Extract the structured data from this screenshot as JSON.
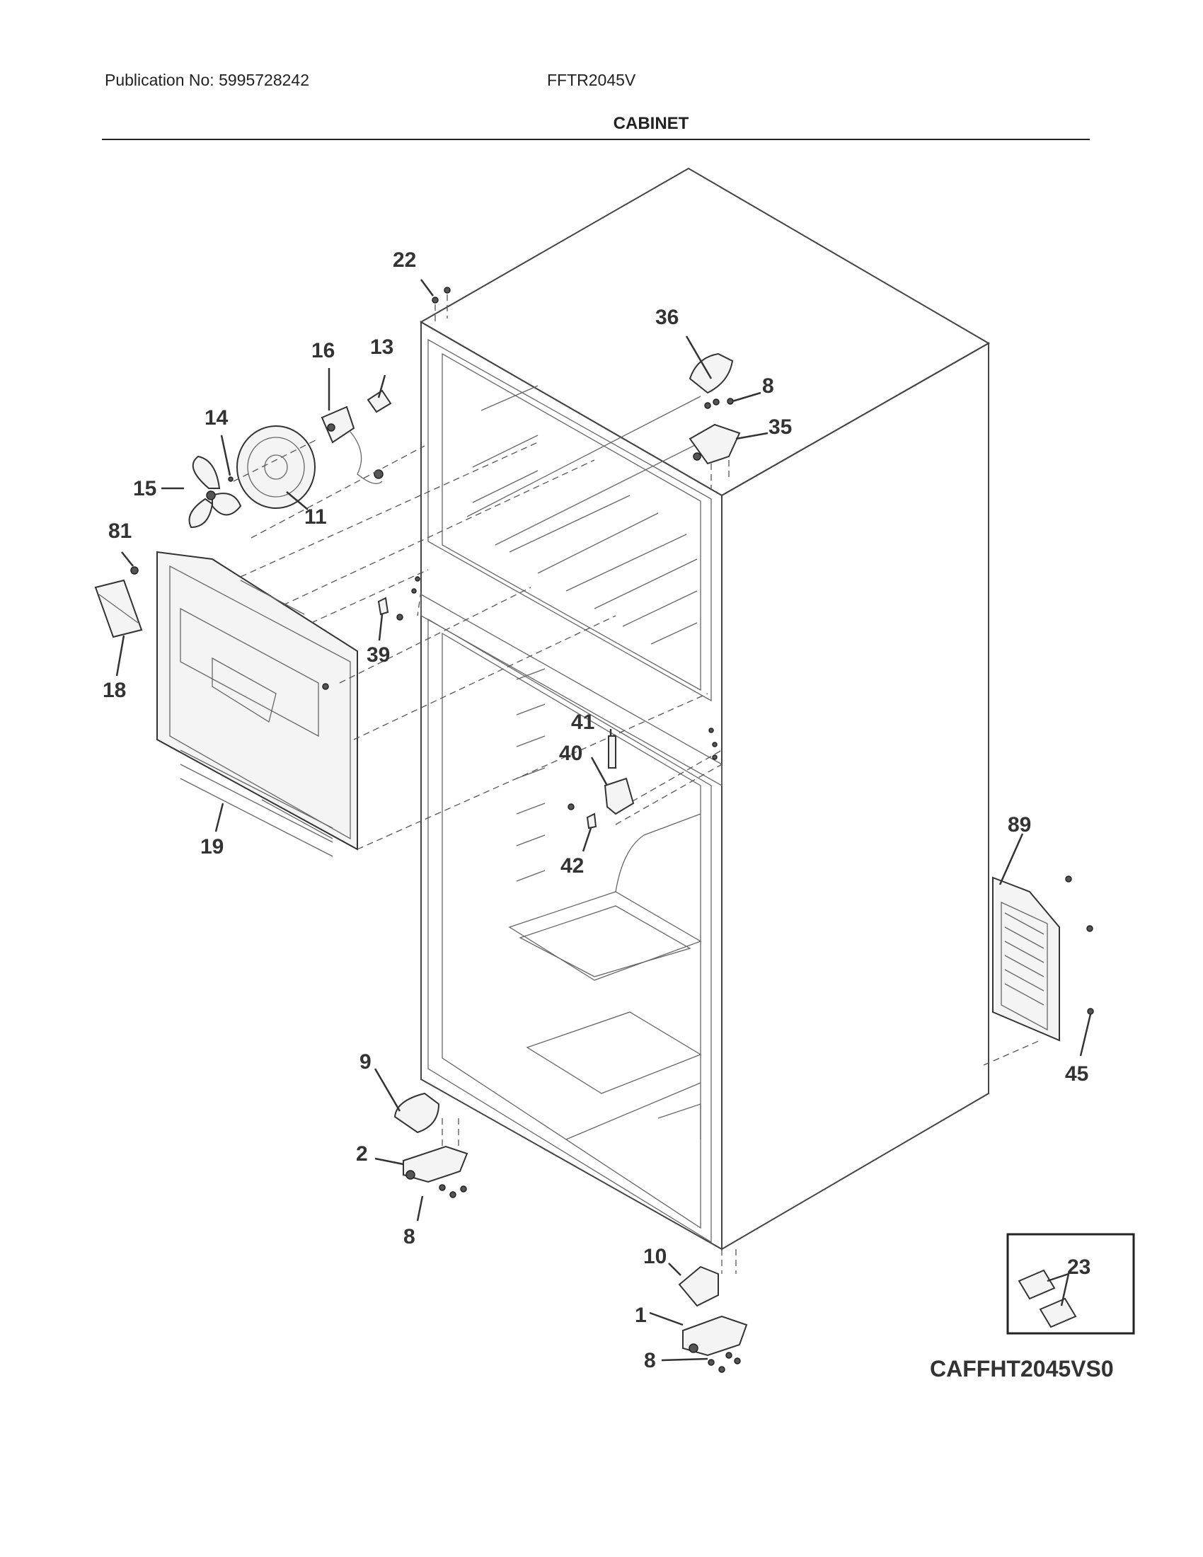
{
  "header": {
    "publication": "Publication No: 5995728242",
    "model": "FFTR2045V",
    "section_title": "CABINET"
  },
  "diagram": {
    "catalog_code": "CAFFHT2045VS0",
    "callouts": {
      "c22": "22",
      "c36": "36",
      "c16": "16",
      "c13": "13",
      "c8_top": "8",
      "c35": "35",
      "c14": "14",
      "c15": "15",
      "c11": "11",
      "c81": "81",
      "c39": "39",
      "c18": "18",
      "c41": "41",
      "c40": "40",
      "c19": "19",
      "c42": "42",
      "c89": "89",
      "c45": "45",
      "c9": "9",
      "c2": "2",
      "c8_left": "8",
      "c10": "10",
      "c1": "1",
      "c8_bottom": "8",
      "c23": "23"
    }
  }
}
